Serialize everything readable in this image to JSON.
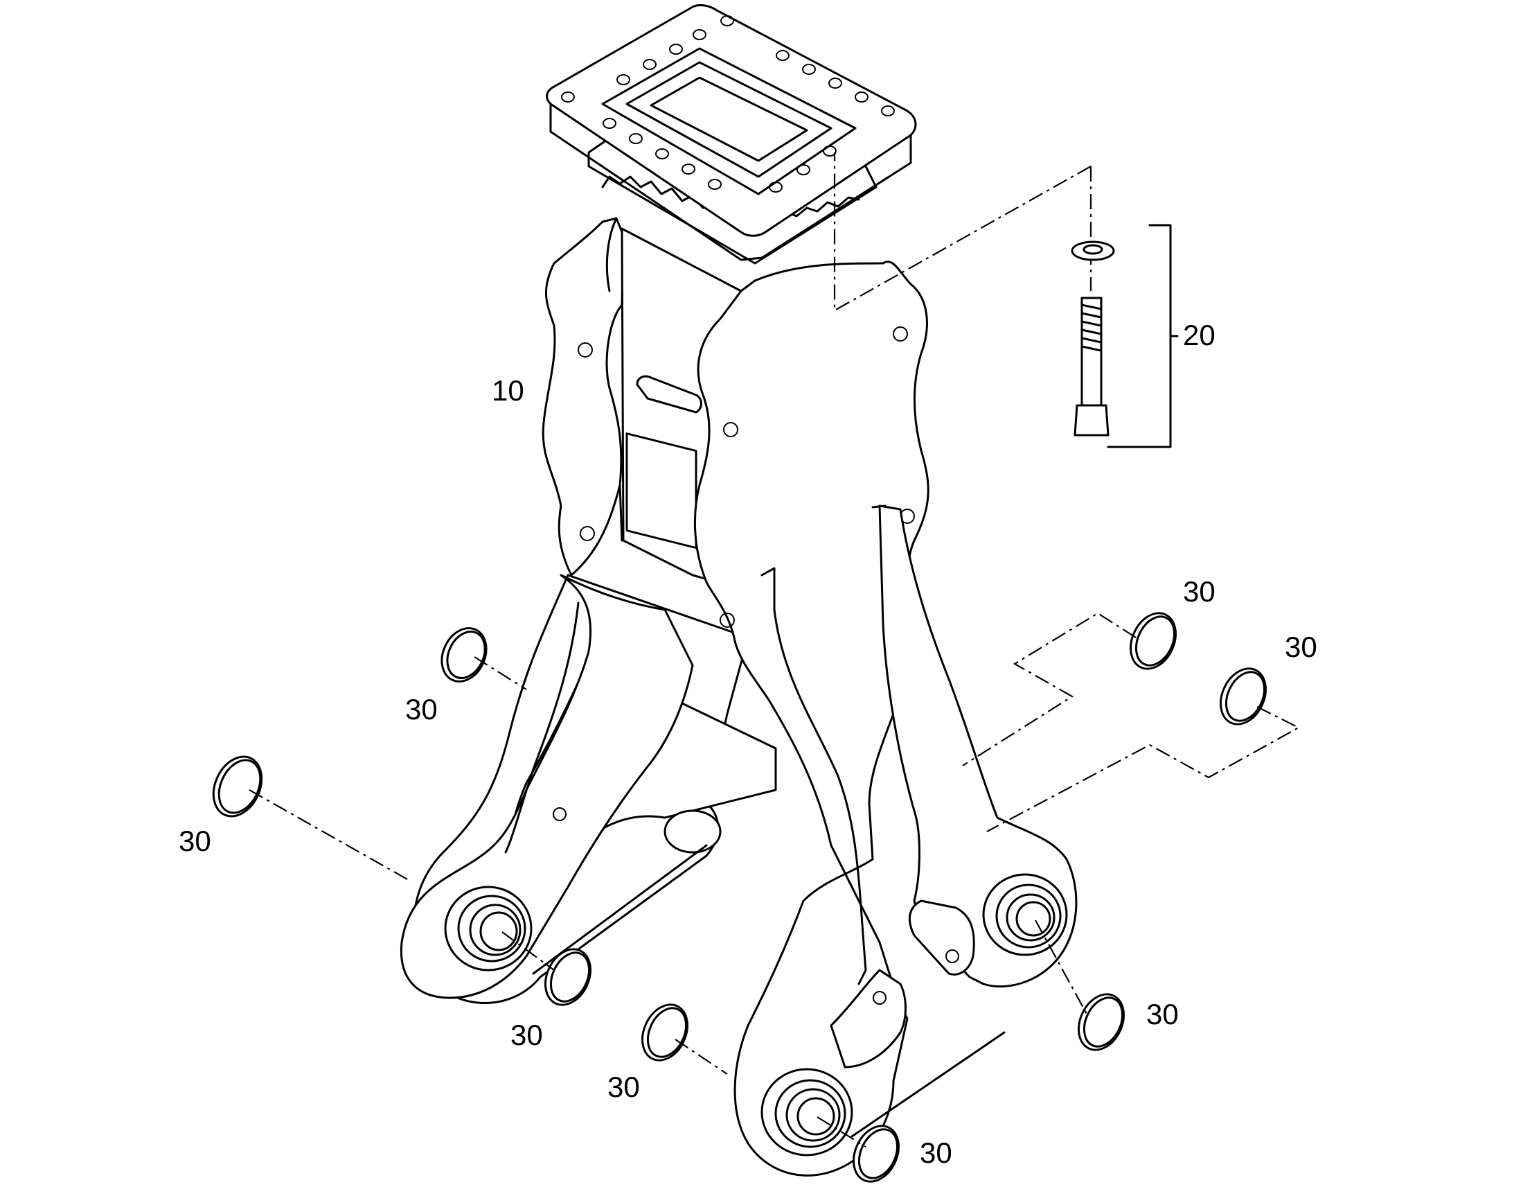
{
  "diagram": {
    "callouts": {
      "frame": "10",
      "screw_kit": "20",
      "ring": "30"
    },
    "colors": {
      "line": "#000000",
      "background": "#ffffff"
    }
  }
}
